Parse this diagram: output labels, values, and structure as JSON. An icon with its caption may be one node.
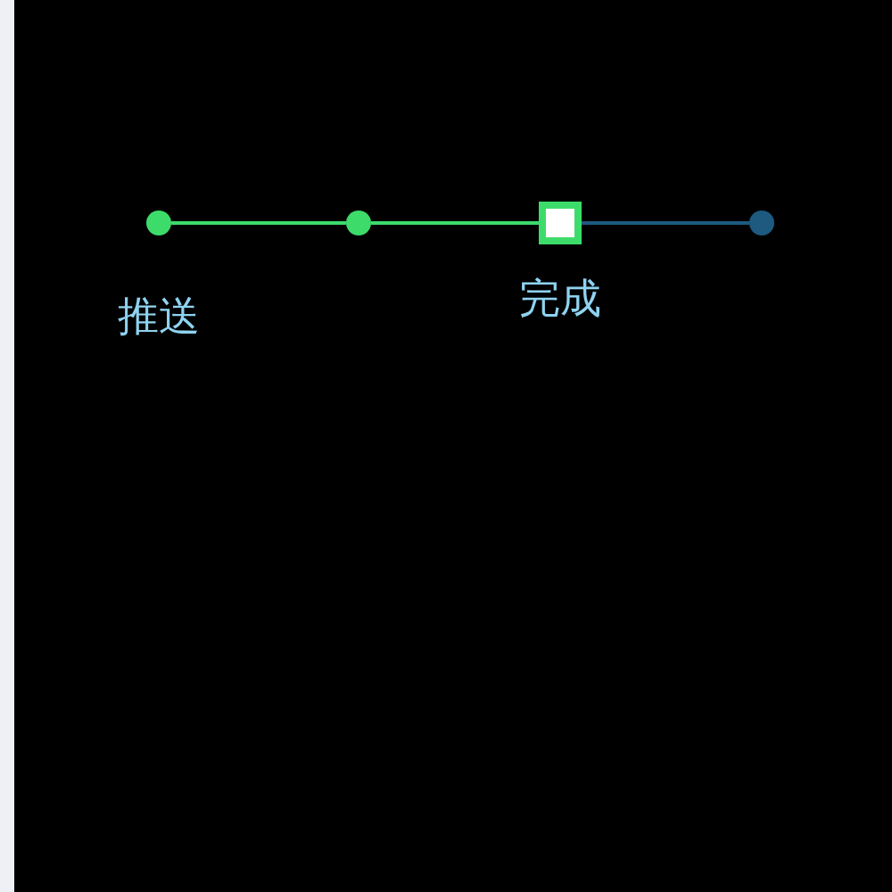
{
  "diagram": {
    "nodes": [
      {
        "text": [],
        "shape": "circle",
        "beside": [
          "推送"
        ]
      },
      {
        "text": [],
        "shape": "circle"
      },
      {
        "text": [],
        "shape": "box",
        "beside": [
          "完成"
        ]
      },
      {
        "text": [],
        "shape": "circle"
      }
    ],
    "edges": [
      {
        "from": 0,
        "to": 1,
        "arrow": "none"
      },
      {
        "from": 1,
        "to": 2,
        "arrow": "none"
      },
      {
        "from": 2,
        "to": 3,
        "arrow": "none",
        "color": "#1e5a80"
      }
    ]
  }
}
